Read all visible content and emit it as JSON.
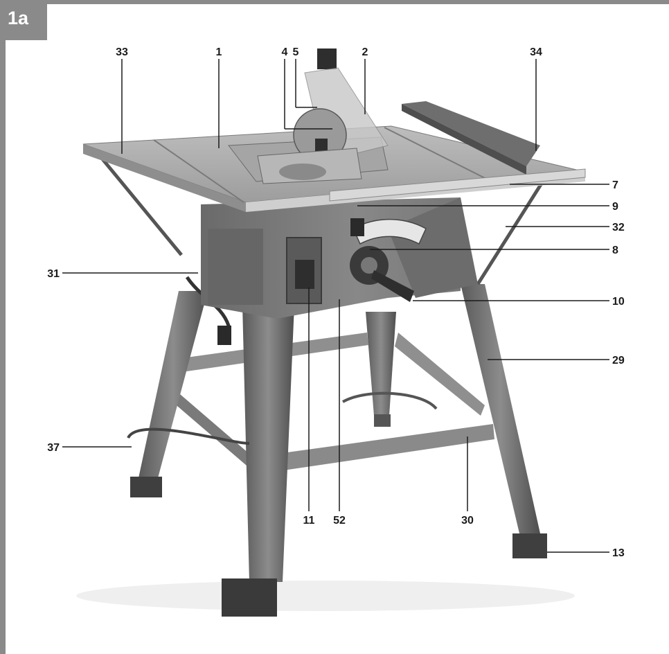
{
  "figure": {
    "tab_label": "1a"
  },
  "callouts": [
    {
      "id": "33",
      "text": "33"
    },
    {
      "id": "1",
      "text": "1"
    },
    {
      "id": "4",
      "text": "4"
    },
    {
      "id": "5",
      "text": "5"
    },
    {
      "id": "2",
      "text": "2"
    },
    {
      "id": "34",
      "text": "34"
    },
    {
      "id": "7",
      "text": "7"
    },
    {
      "id": "9",
      "text": "9"
    },
    {
      "id": "32",
      "text": "32"
    },
    {
      "id": "8",
      "text": "8"
    },
    {
      "id": "10",
      "text": "10"
    },
    {
      "id": "29",
      "text": "29"
    },
    {
      "id": "31",
      "text": "31"
    },
    {
      "id": "37",
      "text": "37"
    },
    {
      "id": "11",
      "text": "11"
    },
    {
      "id": "52",
      "text": "52"
    },
    {
      "id": "30",
      "text": "30"
    },
    {
      "id": "13",
      "text": "13"
    }
  ]
}
